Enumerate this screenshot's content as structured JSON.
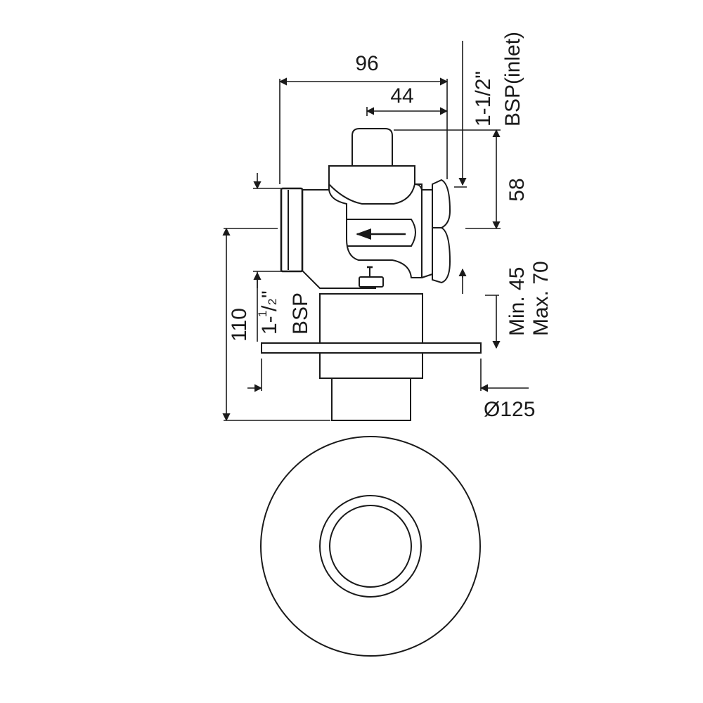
{
  "diagram": {
    "dimensions": {
      "width_overall": "96",
      "width_outlet_offset": "44",
      "height_upper": "58",
      "height_total": "110",
      "diameter_flange": "Ø125"
    },
    "thread_labels": {
      "inlet_size": "1-1/2\"",
      "inlet_type": "BSP(inlet)",
      "outlet_size_prefix": "1-",
      "outlet_size_num": "1",
      "outlet_size_den": "2",
      "outlet_size_suffix": "\"",
      "outlet_type": "BSP"
    },
    "adjustment_range": {
      "min": "Min. 45",
      "max": "Max. 70"
    }
  }
}
